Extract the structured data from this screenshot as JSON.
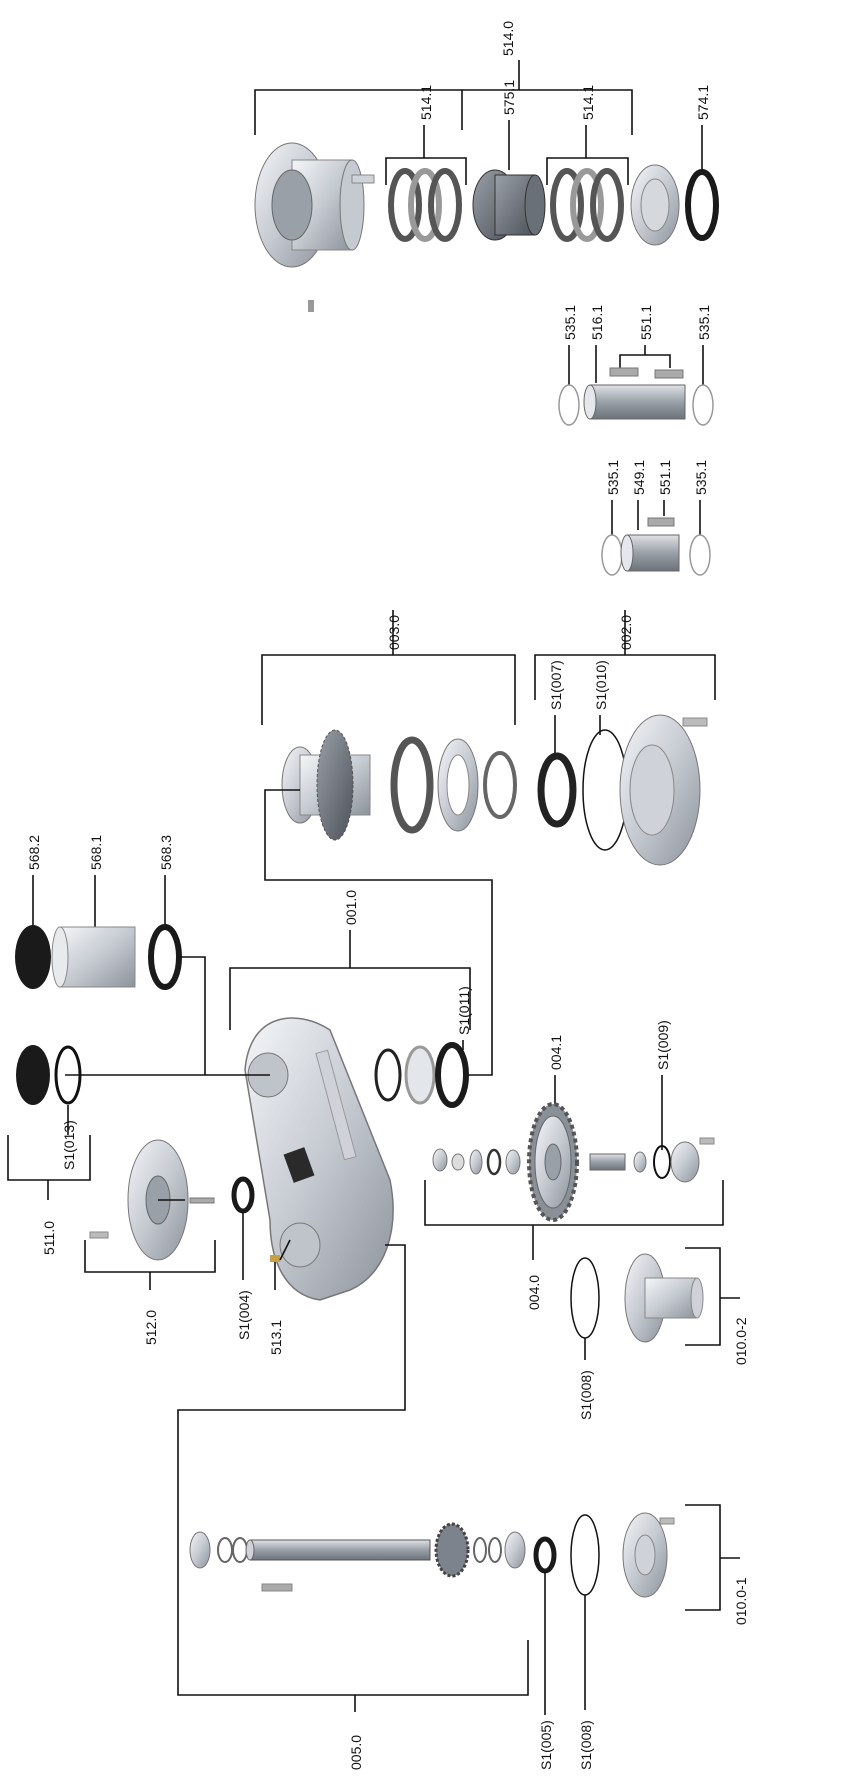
{
  "labels": {
    "514_0": "514.0",
    "514_1_a": "514.1",
    "575_1": "575.1",
    "514_1_b": "514.1",
    "574_1": "574.1",
    "535_1_a": "535.1",
    "516_1": "516.1",
    "551_1_a": "551.1",
    "535_1_b": "535.1",
    "535_1_c": "535.1",
    "549_1": "549.1",
    "551_1_b": "551.1",
    "535_1_d": "535.1",
    "003_0": "003.0",
    "002_0": "002.0",
    "s1_007": "S1(007)",
    "s1_010": "S1(010)",
    "568_2": "568.2",
    "568_1": "568.1",
    "568_3": "568.3",
    "001_0": "001.0",
    "s1_011": "S1(011)",
    "004_1": "004.1",
    "s1_009": "S1(009)",
    "s1_013": "S1(013)",
    "511_0": "511.0",
    "512_0": "512.0",
    "s1_004": "S1(004)",
    "513_1": "513.1",
    "004_0": "004.0",
    "010_0_2": "010.0-2",
    "s1_008_a": "S1(008)",
    "s1_008_b": "S1(008)",
    "010_0_1": "010.0-1",
    "s1_005": "S1(005)",
    "005_0": "005.0"
  },
  "colors": {
    "metal_light": "#e2e5ea",
    "metal_mid": "#b9bec6",
    "metal_dark": "#7d838c",
    "seal_black": "#1a1a1a",
    "line": "#111111"
  }
}
